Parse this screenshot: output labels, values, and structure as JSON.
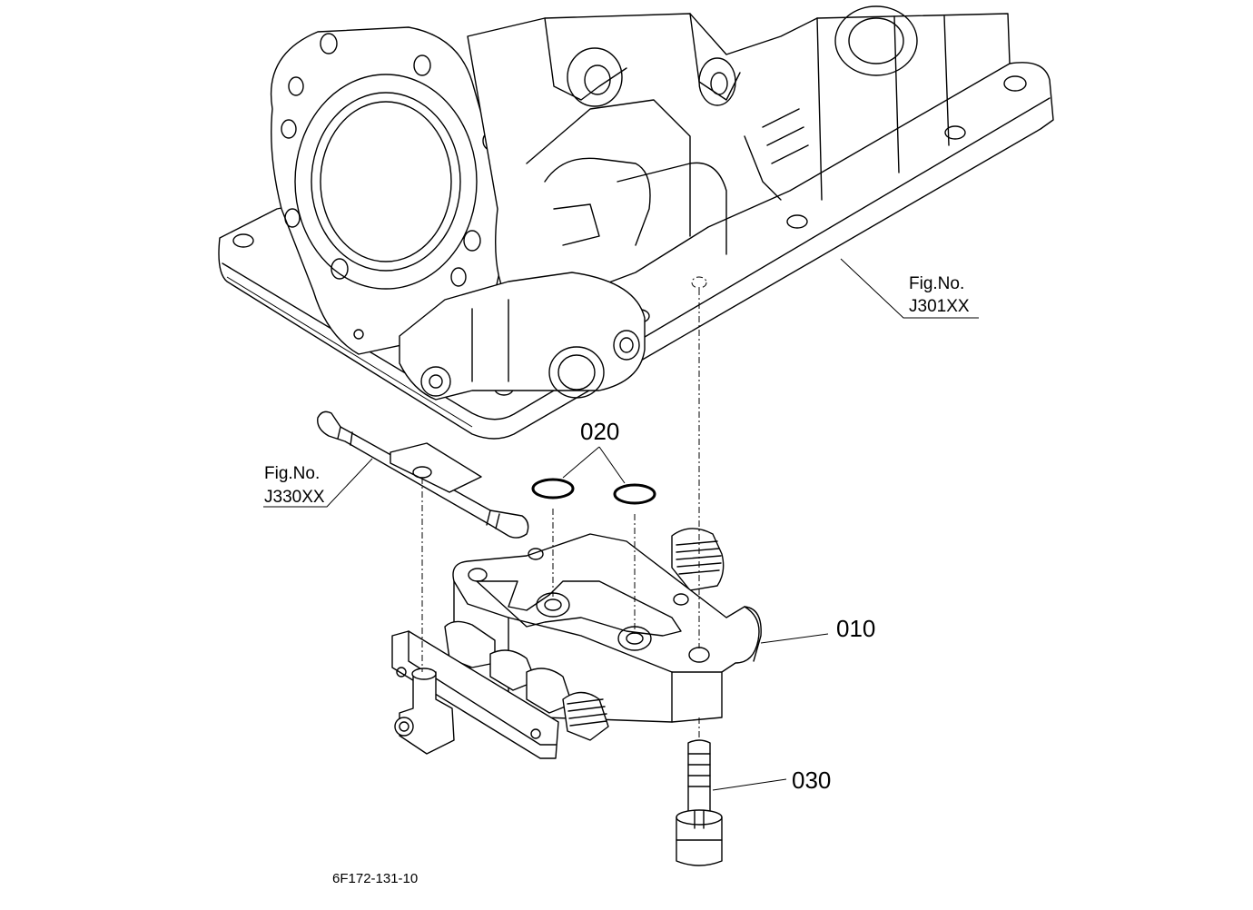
{
  "figure_refs": [
    {
      "line1": "Fig.No.",
      "line2": "J301XX"
    },
    {
      "line1": "Fig.No.",
      "line2": "J330XX"
    }
  ],
  "callouts": {
    "valve_body": "010",
    "o_rings": "020",
    "bolt": "030"
  },
  "drawing_code": "6F172-131-10"
}
